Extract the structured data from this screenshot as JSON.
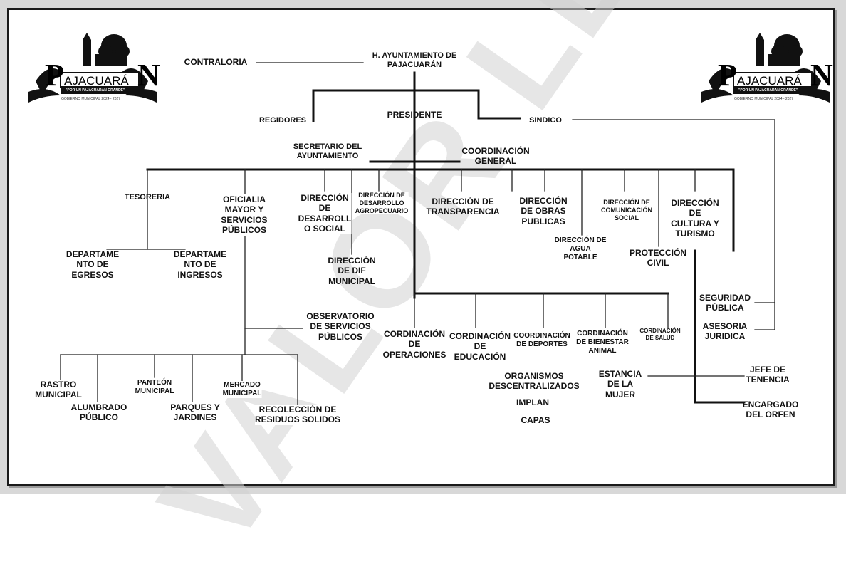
{
  "watermark": "VALOR LE",
  "logo": {
    "name_left": "P",
    "name_mid": "AJACUARÁ",
    "name_right": "N",
    "slogan": "\"POR UN PAJACUARÁN GRANDE\"",
    "gov": "GOBIERNO MUNICIPAL 2024 - 2027"
  },
  "nodes": {
    "contraloria": "CONTRALORIA",
    "ayuntamiento": "H. AYUNTAMIENTO DE\nPAJACUARÁN",
    "regidores": "REGIDORES",
    "presidente": "PRESIDENTE",
    "sindico": "SINDICO",
    "secretario": "SECRETARIO DEL\nAYUNTAMIENTO",
    "coordinacion_general": "COORDINACIÓN\nGENERAL",
    "tesoreria": "TESORERIA",
    "oficialia": "OFICIALIA\nMAYOR Y\nSERVICIOS\nPÚBLICOS",
    "desarrollo_social": "DIRECCIÓN\nDE\nDESARROLL\nO SOCIAL",
    "desarrollo_agro": "DIRECCIÓN DE\nDESARROLLO\nAGROPECUARIO",
    "transparencia": "DIRECCIÓN DE\nTRANSPARENCIA",
    "obras_publicas": "DIRECCIÓN\nDE OBRAS\nPUBLICAS",
    "comunicacion": "DIRECCIÓN DE\nCOMUNICACIÓN\nSOCIAL",
    "cultura": "DIRECCIÓN\nDE\nCULTURA Y\nTURISMO",
    "egresos": "DEPARTAME\nNTO DE\nEGRESOS",
    "ingresos": "DEPARTAME\nNTO DE\nINGRESOS",
    "dif": "DIRECCIÓN\nDE DIF\nMUNICIPAL",
    "agua": "DIRECCIÓN DE\nAGUA\nPOTABLE",
    "proteccion": "PROTECCIÓN\nCIVIL",
    "observatorio": "OBSERVATORIO\nDE SERVICIOS\nPÚBLICOS",
    "operaciones": "CORDINACIÓN\nDE\nOPERACIONES",
    "educacion": "CORDINACIÓN\nDE\nEDUCACIÓN",
    "deportes": "COORDINACIÓN\nDE DEPORTES",
    "bienestar": "CORDINACIÓN\nDE BIENESTAR\nANIMAL",
    "salud": "CORDINACIÓN\nDE SALUD",
    "seguridad": "SEGURIDAD\nPÚBLICA",
    "asesoria": "ASESORIA\nJURIDICA",
    "organismos": "ORGANISMOS\nDESCENTRALIZADOS",
    "implan": "IMPLAN",
    "capas": "CAPAS",
    "estancia": "ESTANCIA\nDE LA\nMUJER",
    "jefe_tenencia": "JEFE DE\nTENENCIA",
    "encargado_orden": "ENCARGADO\nDEL ORFEN",
    "rastro": "RASTRO\nMUNICIPAL",
    "alumbrado": "ALUMBRADO\nPÚBLICO",
    "panteon": "PANTEÓN\nMUNICIPAL",
    "parques": "PARQUES Y\nJARDINES",
    "mercado": "MERCADO\nMUNICIPAL",
    "recoleccion": "RECOLECCIÓN DE\nRESIDUOS SOLIDOS"
  }
}
